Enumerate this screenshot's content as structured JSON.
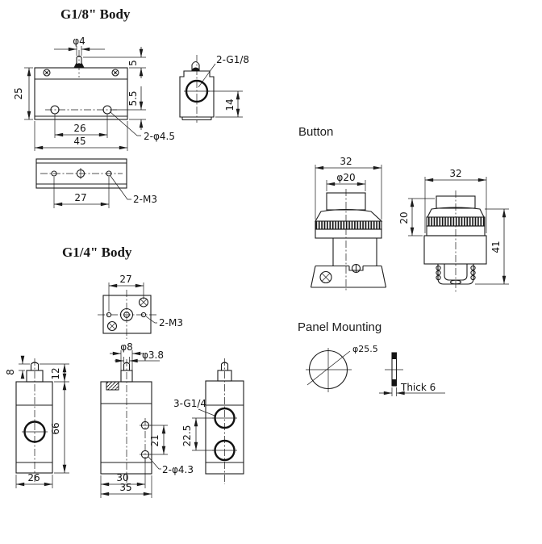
{
  "titles": {
    "g18": "G1/8\" Body",
    "g14": "G1/4\" Body",
    "button": "Button",
    "panel": "Panel Mounting"
  },
  "g18": {
    "front": {
      "phi4": "φ4",
      "h5": "5",
      "w25": "25",
      "h55": "5.5",
      "w26": "26",
      "w45": "45",
      "holes": "2-φ4.5"
    },
    "bottom": {
      "w27": "27",
      "thread": "2-M3"
    },
    "side": {
      "port": "2-G1/8",
      "h14": "14"
    }
  },
  "g14": {
    "top": {
      "w27": "27",
      "thread": "2-M3"
    },
    "front": {
      "h8": "8",
      "h12": "12",
      "h66": "66",
      "w26": "26"
    },
    "mid": {
      "phi8": "φ8",
      "phi38": "φ3.8",
      "h21": "21",
      "w30": "30",
      "w35": "35",
      "holes": "2-φ4.3",
      "port": "3-G1/4"
    },
    "right": {
      "h225": "22.5"
    }
  },
  "button": {
    "front": {
      "w32": "32",
      "phi20": "φ20"
    },
    "side": {
      "w32": "32",
      "h20": "20",
      "h41": "41"
    }
  },
  "panel": {
    "dia": "φ25.5",
    "thick": "Thick 6"
  }
}
